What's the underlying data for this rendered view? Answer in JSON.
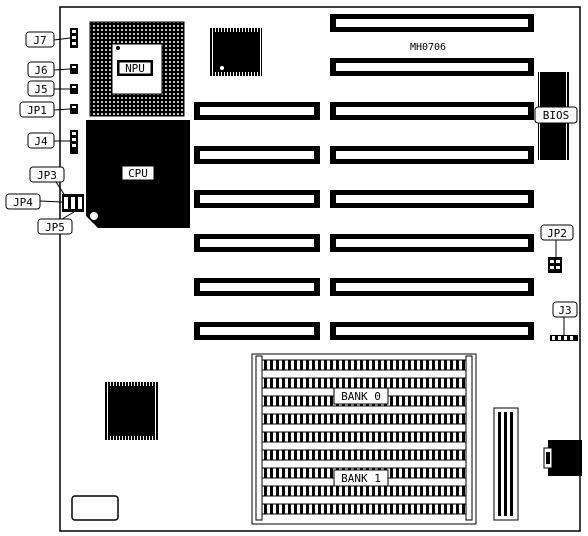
{
  "board": {
    "model": "MH0706",
    "chips": {
      "npu": "NPU",
      "cpu": "CPU",
      "bios": "BIOS"
    },
    "memory_banks": [
      "BANK 0",
      "BANK 1"
    ],
    "jumpers": {
      "j7": "J7",
      "j6": "J6",
      "j5": "J5",
      "jp1": "JP1",
      "j4": "J4",
      "jp3": "JP3",
      "jp4": "JP4",
      "jp5": "JP5",
      "jp2": "JP2",
      "j3": "J3"
    }
  }
}
